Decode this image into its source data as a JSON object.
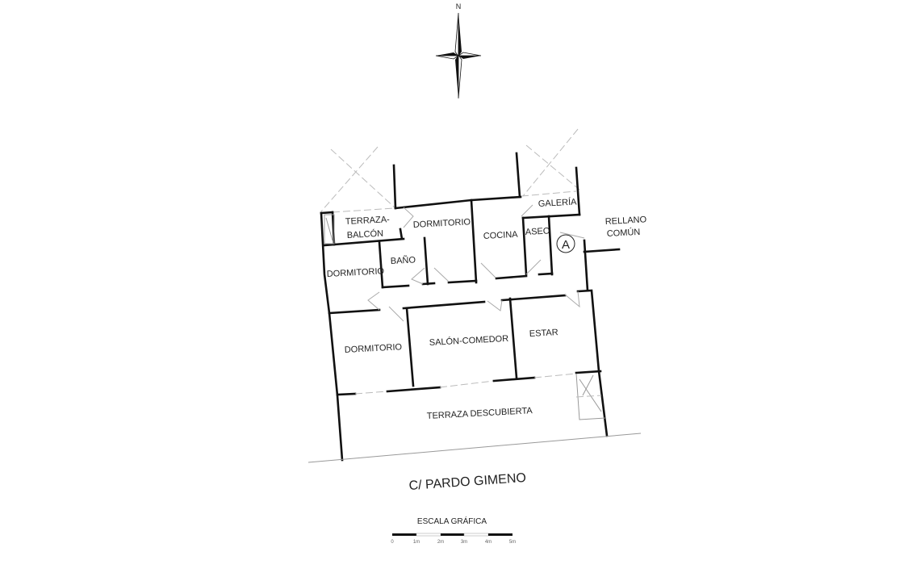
{
  "compass": {
    "north_label": "N"
  },
  "rooms": {
    "terraza_balcon_1": "TERRAZA-",
    "terraza_balcon_2": "BALCÓN",
    "dormitorio_north": "DORMITORIO",
    "cocina": "COCINA",
    "aseo": "ASEO",
    "galeria": "GALERÍA",
    "rellano_1": "RELLANO",
    "rellano_2": "COMÚN",
    "entry_marker": "A",
    "dormitorio_west": "DORMITORIO",
    "bano": "BAÑO",
    "dormitorio_south": "DORMITORIO",
    "salon_comedor": "SALÓN-COMEDOR",
    "estar": "ESTAR",
    "terraza_descubierta": "TERRAZA DESCUBIERTA"
  },
  "street": {
    "label": "C/ PARDO GIMENO"
  },
  "scale_bar": {
    "title": "ESCALA GRÁFICA",
    "ticks": [
      "0",
      "1m",
      "2m",
      "3m",
      "4m",
      "5m"
    ]
  }
}
